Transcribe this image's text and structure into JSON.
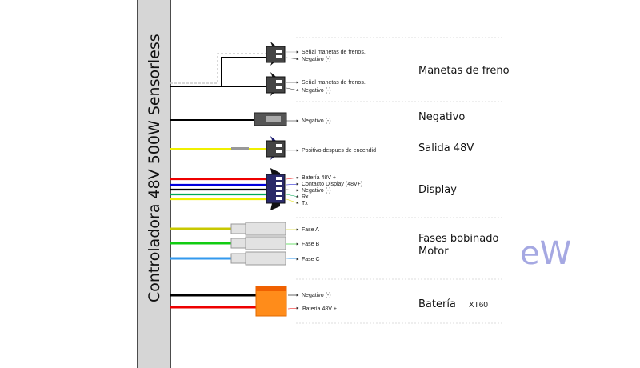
{
  "controller": {
    "label": "Controladora 48V 500W Sensorless"
  },
  "sections": {
    "brakes": {
      "title": "Manetas de freno",
      "pins": [
        "Señal manetas de frenos.",
        "Negativo (-)"
      ]
    },
    "negative": {
      "title": "Negativo",
      "pin": "Negativo (-)"
    },
    "output": {
      "title": "Salida 48V",
      "pin": "Positivo despues de encendid"
    },
    "display": {
      "title": "Display",
      "pins": [
        "Batería 48V +",
        "Contacto Display (48V+)",
        "Negativo (-)",
        "Rx",
        "Tx"
      ]
    },
    "phases": {
      "title_line1": "Fases bobinado",
      "title_line2": "Motor",
      "pins": [
        "Fase A",
        "Fase B",
        "Fase C"
      ]
    },
    "battery": {
      "title": "Batería",
      "connector": "XT60",
      "pins": [
        "Negativo (-)",
        "Batería 48V +"
      ]
    }
  },
  "watermark": "eW",
  "colors": {
    "red": "#ee0000",
    "blue": "#0000dd",
    "black": "#000000",
    "green": "#00aa55",
    "yellow": "#f0f000",
    "phase_a": "#c8c800",
    "phase_b": "#11cc11",
    "phase_c": "#3399ee",
    "xt60": "#ff8c1a"
  }
}
